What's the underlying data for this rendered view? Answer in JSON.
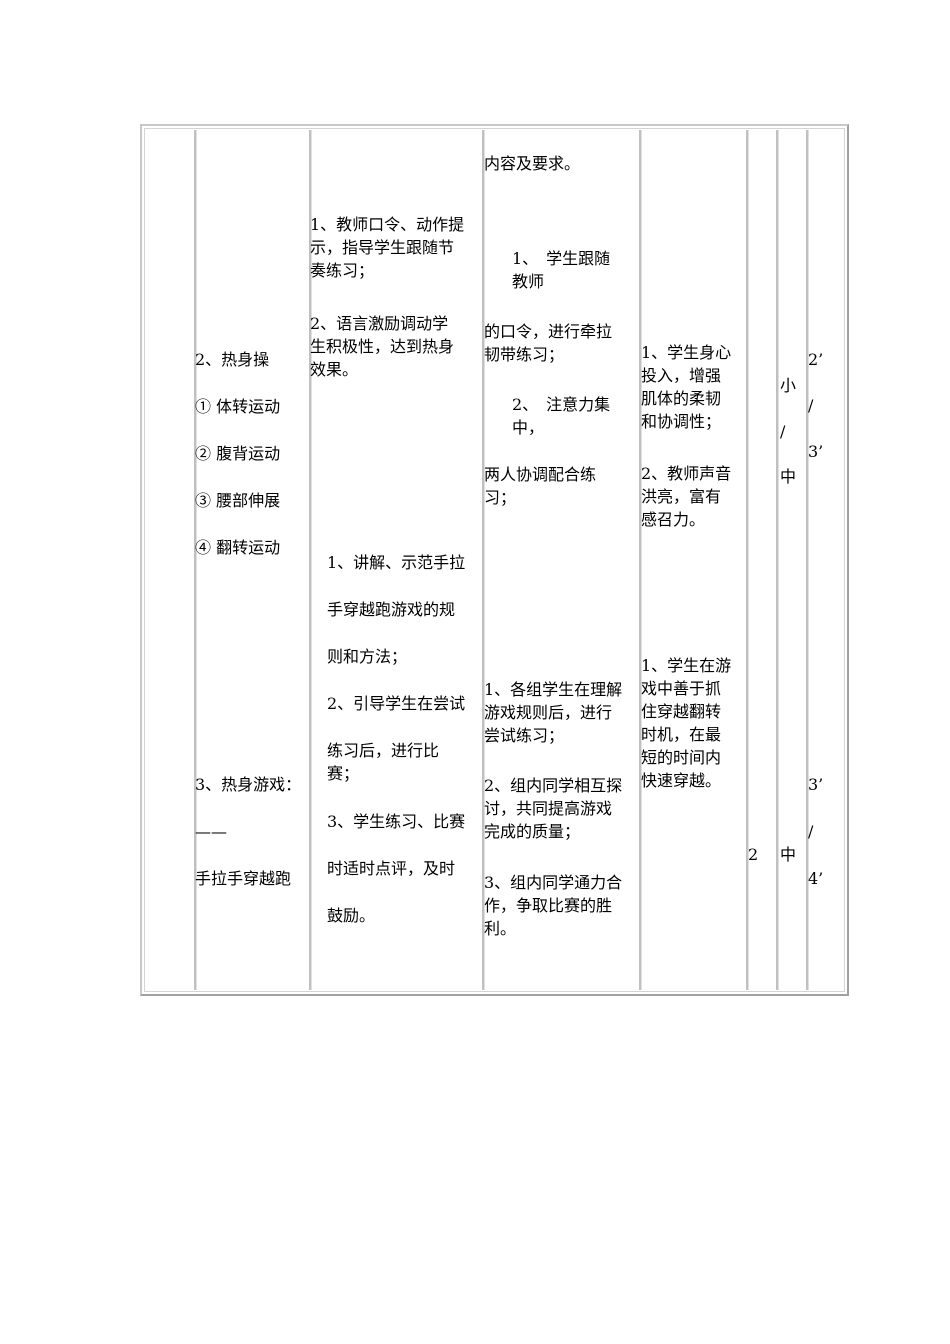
{
  "table": {
    "col1": {
      "items": [
        "2、热身操",
        "① 体转运动",
        "② 腹背运动",
        "③ 腰部伸展",
        "④ 翻转运动",
        "3、热身游戏：",
        "——",
        "手拉手穿越跑"
      ]
    },
    "col2": {
      "warmup": [
        "1、教师口令、动作提",
        "示，指导学生跟随节",
        "奏练习；",
        "2、语言激励调动学",
        "生积极性，达到热身",
        "效果。"
      ],
      "game": [
        "1、讲解、示范手拉",
        "手穿越跑游戏的规",
        "则和方法；",
        "2、引导学生在尝试",
        "练习后，进行比",
        "赛；",
        "3、学生练习、比赛",
        "时适时点评，及时",
        "鼓励。"
      ]
    },
    "col3": {
      "top": "内容及要求。",
      "warmup": [
        "1、　学生跟随",
        "教师",
        "的口令，进行牵拉",
        "韧带练习；",
        "2、　注意力集",
        "中，",
        "两人协调配合练",
        "习；"
      ],
      "game": [
        "1、各组学生在理解",
        "游戏规则后，进行",
        "尝试练习；",
        "2、组内同学相互探",
        "讨，共同提高游戏",
        "完成的质量；",
        "3、组内同学通力合",
        "作，争取比赛的胜",
        "利。"
      ]
    },
    "col4": {
      "warmup": [
        "1、学生身心",
        "投入，增强",
        "肌体的柔韧",
        "和协调性；",
        "2、教师声音",
        "洪亮，富有",
        "感召力。"
      ],
      "game": [
        "1、学生在游",
        "戏中善于抓",
        "住穿越翻转",
        "时机，在最",
        "短的时间内",
        "快速穿越。"
      ]
    },
    "col5": {
      "game": "2"
    },
    "col6": {
      "warmup": [
        "小",
        "/",
        "中"
      ],
      "game": "中"
    },
    "col7": {
      "warmup": [
        "2’",
        "/",
        "3’"
      ],
      "game": [
        "3’",
        "/",
        "4’"
      ]
    }
  }
}
